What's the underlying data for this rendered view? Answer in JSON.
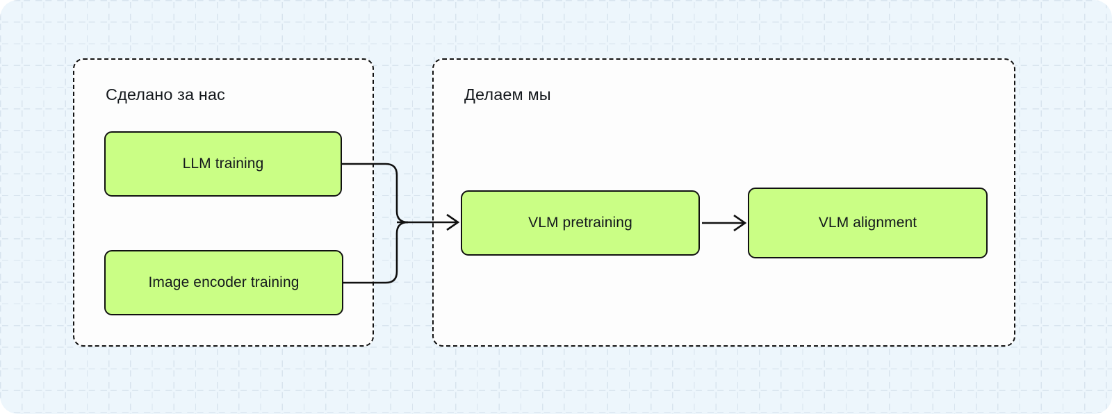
{
  "diagram": {
    "title_hidden": "",
    "background_color": "#edf6fc",
    "node_color": "#cafe85",
    "stroke_color": "#111111",
    "panels": [
      {
        "id": "done-for-us",
        "label": "Сделано за нас"
      },
      {
        "id": "we-do",
        "label": "Делаем мы"
      }
    ],
    "nodes": [
      {
        "id": "llm-training",
        "label": "LLM training",
        "panel": "done-for-us"
      },
      {
        "id": "image-encoder-training",
        "label": "Image encoder training",
        "panel": "done-for-us"
      },
      {
        "id": "vlm-pretraining",
        "label": "VLM pretraining",
        "panel": "we-do"
      },
      {
        "id": "vlm-alignment",
        "label": "VLM alignment",
        "panel": "we-do"
      }
    ],
    "edges": [
      {
        "from": "llm-training",
        "to": "vlm-pretraining",
        "arrow": true
      },
      {
        "from": "image-encoder-training",
        "to": "vlm-pretraining",
        "arrow": true
      },
      {
        "from": "vlm-pretraining",
        "to": "vlm-alignment",
        "arrow": true
      }
    ]
  }
}
